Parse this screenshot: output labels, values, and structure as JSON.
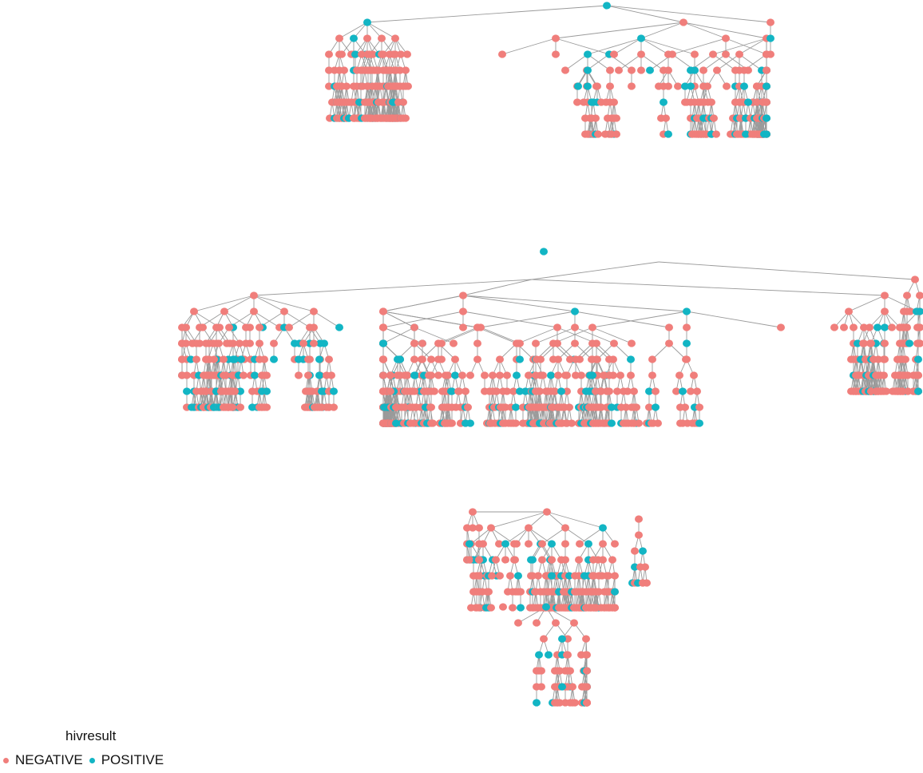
{
  "legend": {
    "title": "hivresult",
    "items": [
      {
        "label": "NEGATIVE",
        "color": "#F07E7B"
      },
      {
        "label": "POSITIVE",
        "color": "#12B5C4"
      }
    ]
  },
  "colors": {
    "edge": "#9a9a9a",
    "negative": "#F07E7B",
    "positive": "#12B5C4"
  }
}
